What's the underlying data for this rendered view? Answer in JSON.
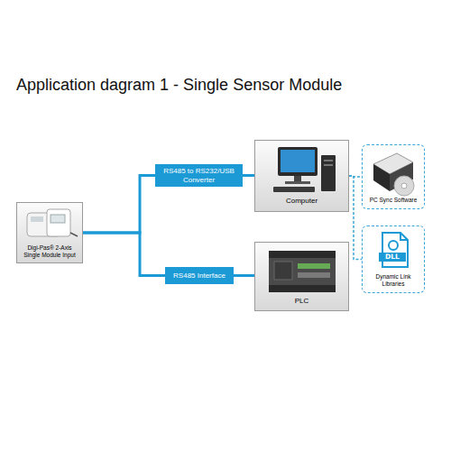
{
  "diagram": {
    "title": "Application dagram 1 - Single Sensor Module",
    "nodes": [
      {
        "text": [
          "Digi-Pas® 2-Axis Single Module Input"
        ]
      },
      {
        "text": [
          "RS485 to RS232/USB Converter"
        ]
      },
      {
        "text": [
          "RS485 Interface"
        ]
      },
      {
        "text": [
          "Computer"
        ]
      },
      {
        "text": [
          "PLC"
        ]
      },
      {
        "text": [
          "PC Sync Software"
        ]
      },
      {
        "text": [
          "Dynamic Link Libraries"
        ]
      }
    ],
    "edges": [
      {
        "from": 0,
        "to": 1,
        "arrow": "none"
      },
      {
        "from": 0,
        "to": 2,
        "arrow": "none"
      },
      {
        "from": 1,
        "to": 3,
        "arrow": "none"
      },
      {
        "from": 2,
        "to": 4,
        "arrow": "none"
      },
      {
        "from": 3,
        "to": 5,
        "arrow": "none"
      },
      {
        "from": 3,
        "to": 6,
        "arrow": "none"
      }
    ],
    "labels": [
      "DLL"
    ]
  }
}
